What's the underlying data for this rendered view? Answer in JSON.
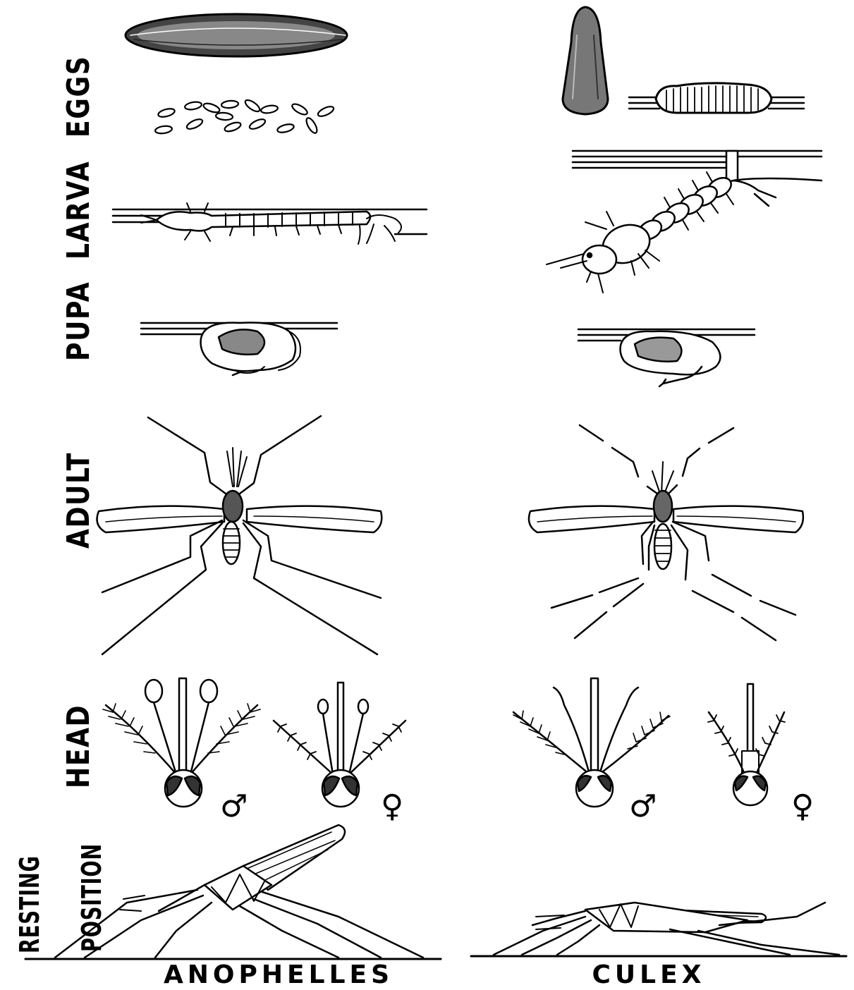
{
  "row_labels": {
    "eggs": "EGGS",
    "larva": "LARVA",
    "pupa": "PUPA",
    "adult": "ADULT",
    "head": "HEAD",
    "resting_line1": "RESTING",
    "resting_line2": "POSITION"
  },
  "columns": {
    "left": "ANOPHELLES",
    "right": "CULEX"
  },
  "sex_symbols": {
    "male": "♂",
    "female": "♀"
  },
  "colors": {
    "ink": "#000000",
    "paper": "#ffffff"
  }
}
